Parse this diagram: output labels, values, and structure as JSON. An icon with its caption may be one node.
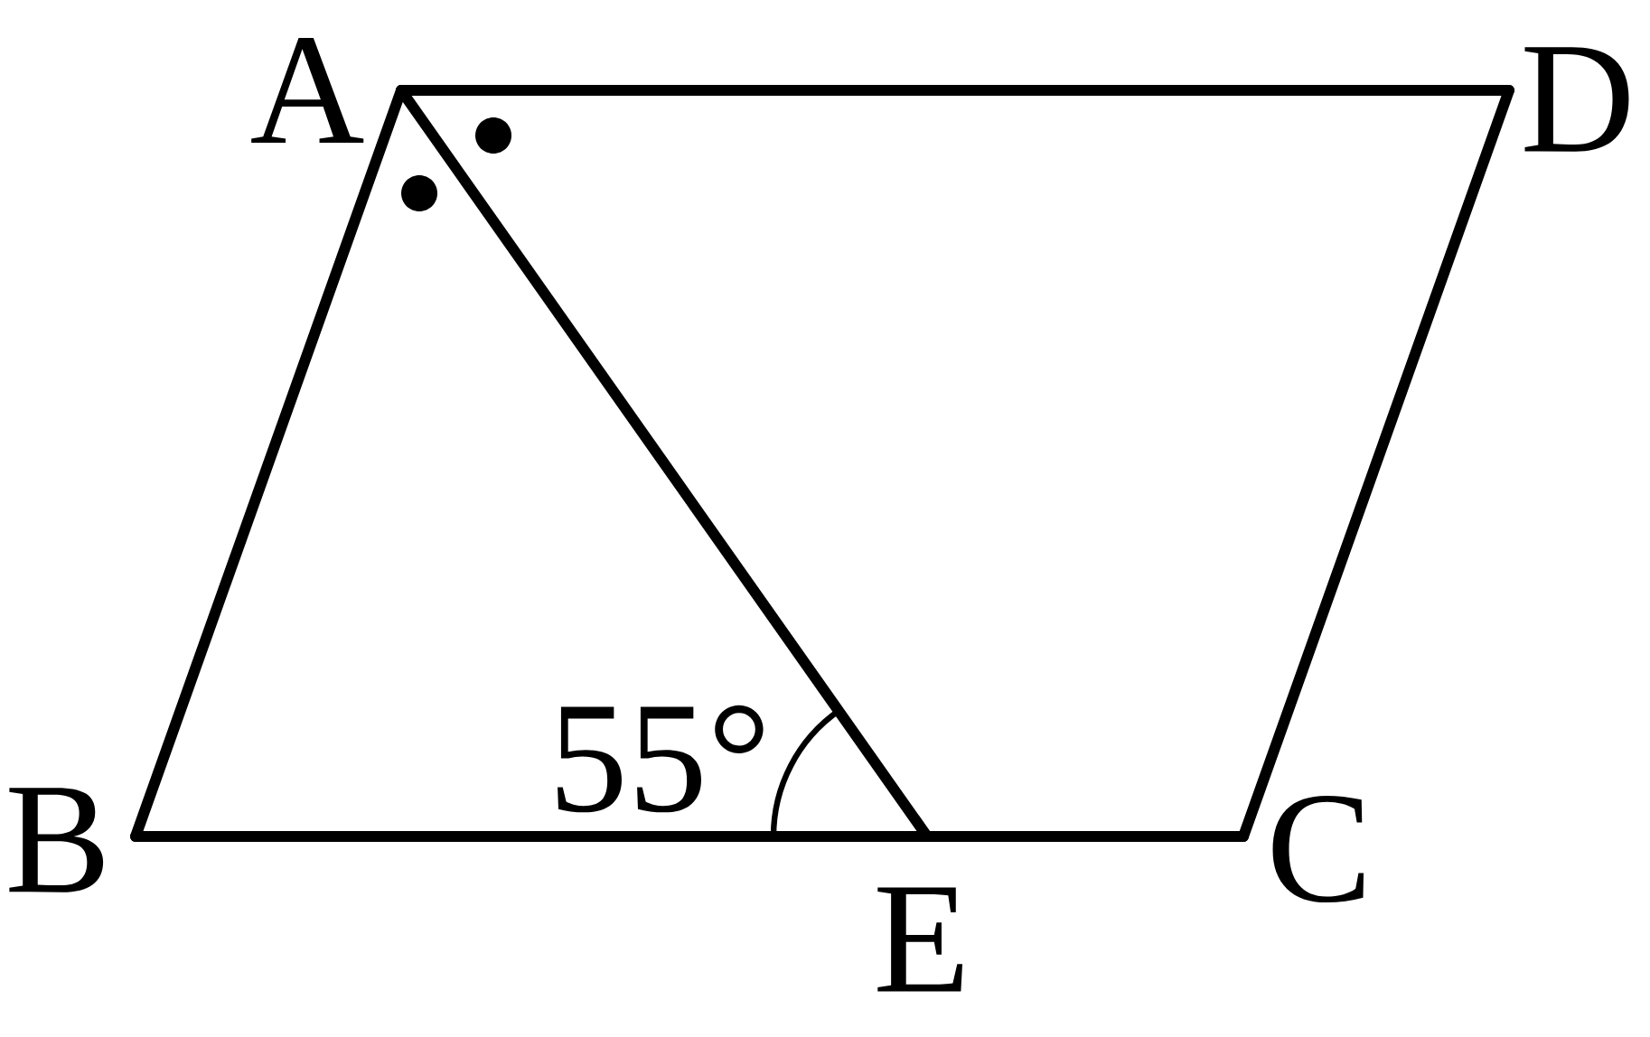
{
  "diagram": {
    "nodes": [
      {
        "text": [
          "A"
        ]
      },
      {
        "text": [
          "D"
        ]
      },
      {
        "text": [
          "B"
        ]
      },
      {
        "text": [
          "C"
        ]
      },
      {
        "text": [
          "E"
        ]
      }
    ],
    "edges": [
      {
        "from": 0,
        "to": 1,
        "arrow": "none"
      },
      {
        "from": 1,
        "to": 3,
        "arrow": "none"
      },
      {
        "from": 2,
        "to": 4,
        "arrow": "none"
      },
      {
        "from": 4,
        "to": 3,
        "arrow": "none"
      },
      {
        "from": 0,
        "to": 2,
        "arrow": "none"
      },
      {
        "from": 0,
        "to": 4,
        "arrow": "none"
      }
    ],
    "labels": [
      "55°"
    ]
  }
}
